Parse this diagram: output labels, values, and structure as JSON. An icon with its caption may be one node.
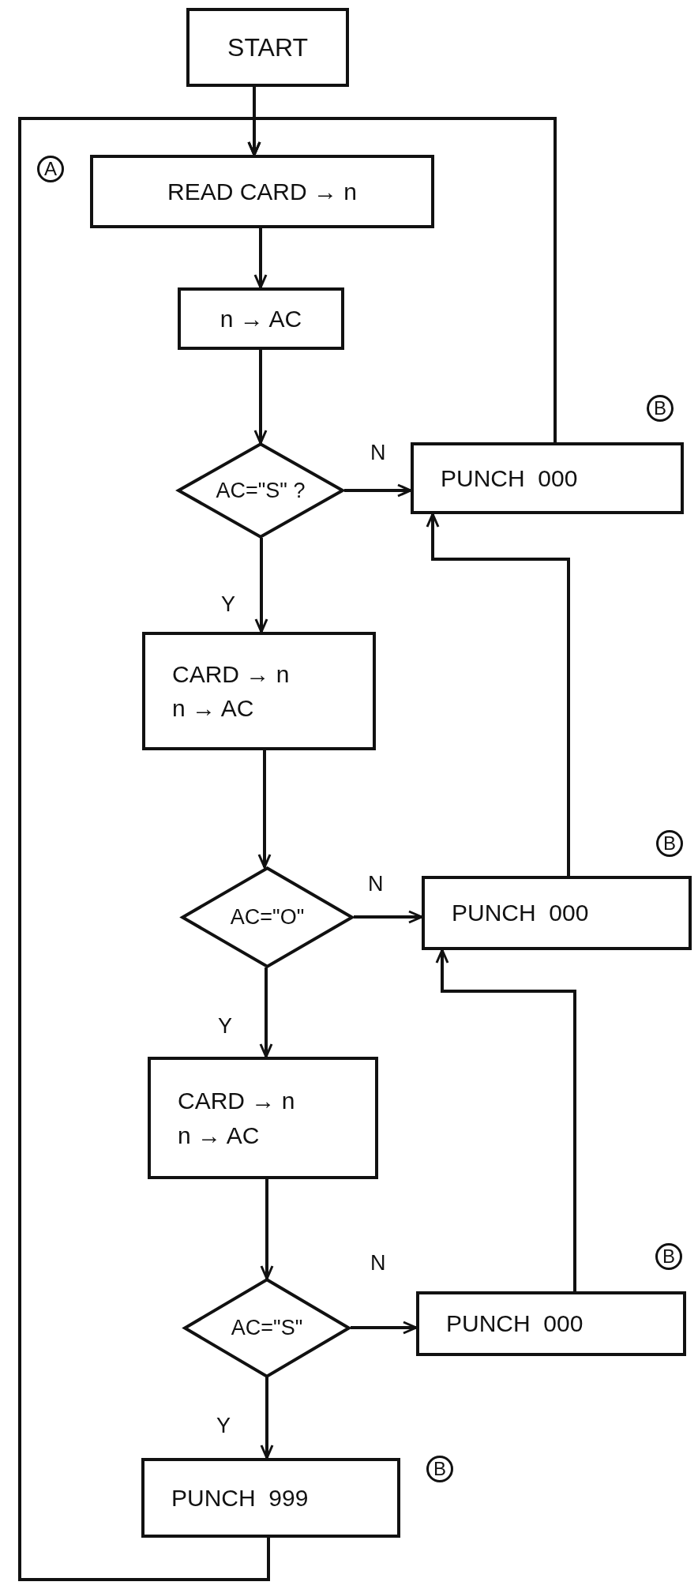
{
  "diagram": {
    "nodes": [
      {
        "text": [
          "START"
        ]
      },
      {
        "text": [
          "READ CARD → n"
        ]
      },
      {
        "text": [
          "n → AC"
        ]
      },
      {
        "text": [
          "AC=\"S\" ?"
        ]
      },
      {
        "text": [
          "PUNCH  000"
        ]
      },
      {
        "text": [
          "CARD → n",
          "n → AC"
        ]
      },
      {
        "text": [
          "AC=\"O\""
        ]
      },
      {
        "text": [
          "PUNCH  000"
        ]
      },
      {
        "text": [
          "CARD → n",
          "n → AC"
        ]
      },
      {
        "text": [
          "AC=\"S\""
        ]
      },
      {
        "text": [
          "PUNCH  000"
        ]
      },
      {
        "text": [
          "PUNCH  999"
        ]
      }
    ],
    "edges": [
      {
        "from": 0,
        "to": 1,
        "arrow": "to"
      },
      {
        "from": 1,
        "to": 2,
        "arrow": "to"
      },
      {
        "from": 2,
        "to": 3,
        "arrow": "to"
      },
      {
        "from": 3,
        "to": 4,
        "arrow": "to",
        "label": "N"
      },
      {
        "from": 3,
        "to": 5,
        "arrow": "to",
        "label": "Y"
      },
      {
        "from": 5,
        "to": 6,
        "arrow": "to"
      },
      {
        "from": 6,
        "to": 7,
        "arrow": "to",
        "label": "N"
      },
      {
        "from": 6,
        "to": 8,
        "arrow": "to",
        "label": "Y"
      },
      {
        "from": 8,
        "to": 9,
        "arrow": "to"
      },
      {
        "from": 9,
        "to": 10,
        "arrow": "to",
        "label": "N"
      },
      {
        "from": 9,
        "to": 11,
        "arrow": "to",
        "label": "Y"
      },
      {
        "from": 4,
        "to": 1,
        "arrow": "to"
      },
      {
        "from": 7,
        "to": 4,
        "arrow": "to"
      },
      {
        "from": 10,
        "to": 7,
        "arrow": "to"
      },
      {
        "from": 11,
        "to": 1,
        "arrow": "to"
      }
    ],
    "labels": [
      "A",
      "B",
      "B",
      "B",
      "B"
    ]
  }
}
